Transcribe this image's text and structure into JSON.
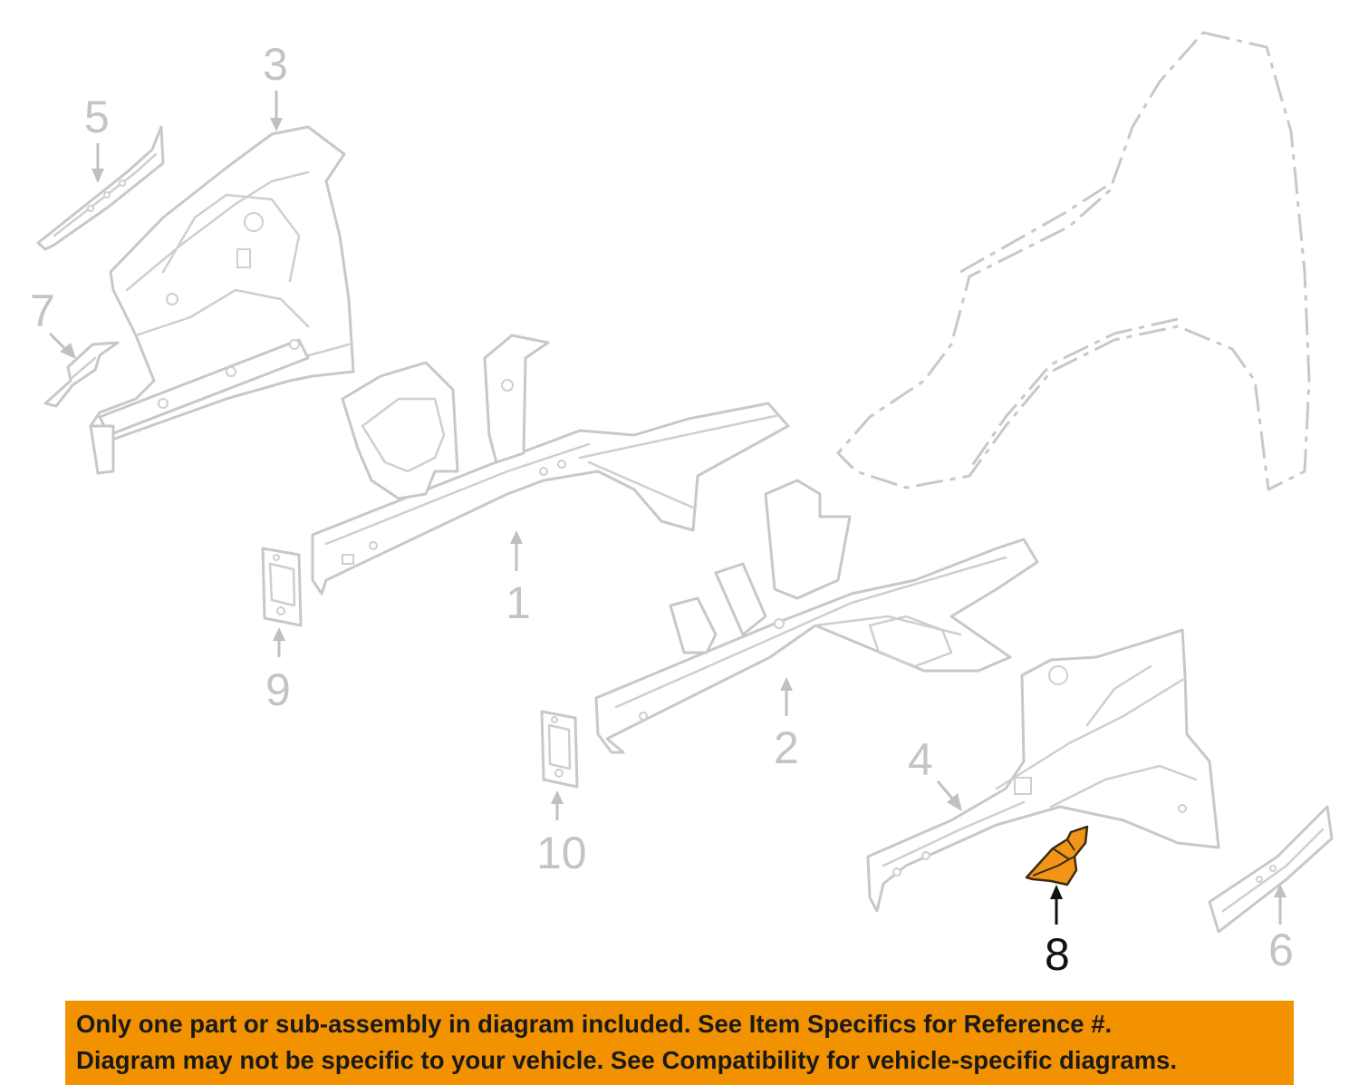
{
  "callouts": {
    "c1": "1",
    "c2": "2",
    "c3": "3",
    "c4": "4",
    "c5": "5",
    "c6": "6",
    "c7": "7",
    "c8": "8",
    "c9": "9",
    "c10": "10"
  },
  "highlighted_part": "8",
  "colors": {
    "highlight_fill": "#f29418",
    "banner": "#f39200",
    "part_outline": "#c8c8c8",
    "active_callout": "#111111"
  },
  "banner": {
    "line1": "Only one part or sub-assembly in diagram included. See Item Specifics for Reference #.",
    "line2": "Diagram may not be specific to your vehicle. See Compatibility for vehicle-specific diagrams."
  }
}
